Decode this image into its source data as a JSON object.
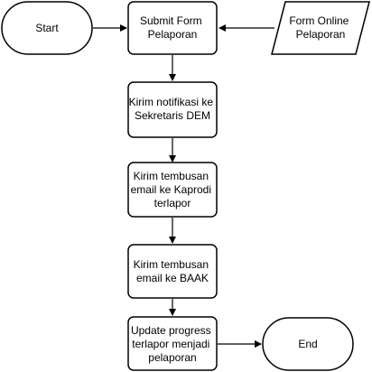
{
  "nodes": {
    "start": {
      "lines": [
        "Start"
      ]
    },
    "submit": {
      "lines": [
        "Submit Form",
        "Pelaporan"
      ]
    },
    "form_online": {
      "lines": [
        "Form Online",
        "Pelaporan"
      ]
    },
    "kirim_notifikasi": {
      "lines": [
        "Kirim notifikasi ke",
        "Sekretaris DEM"
      ]
    },
    "kirim_kaprodi": {
      "lines": [
        "Kirim tembusan",
        "email ke Kaprodi",
        "terlapor"
      ]
    },
    "kirim_baak": {
      "lines": [
        "Kirim tembusan",
        "email ke BAAK"
      ]
    },
    "update": {
      "lines": [
        "Update progress",
        "terlapor menjadi",
        "pelaporan"
      ]
    },
    "end": {
      "lines": [
        "End"
      ]
    }
  },
  "colors": {
    "stroke": "#000000",
    "fill": "#ffffff",
    "text": "#000000"
  }
}
